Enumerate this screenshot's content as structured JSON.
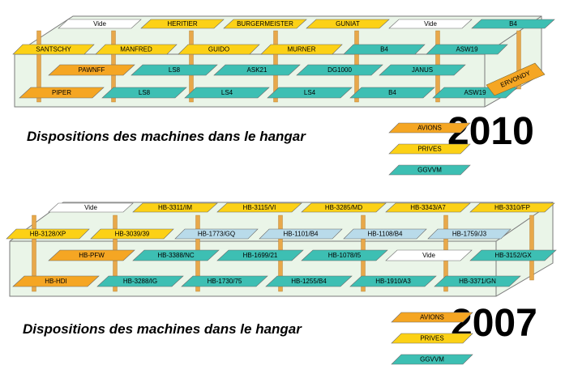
{
  "colors": {
    "orange": "#f5a623",
    "yellow": "#fcd116",
    "teal": "#3dbfb3",
    "light_blue": "#b9dbea",
    "white": "#ffffff",
    "hangar_fill": "#cfe8cf",
    "pillar": "#e8a84a"
  },
  "diagram_2010": {
    "back_row": [
      {
        "label": "Vide",
        "color": "white"
      },
      {
        "label": "HERITIER",
        "color": "yellow"
      },
      {
        "label": "BURGERMEISTER",
        "color": "yellow"
      },
      {
        "label": "GUNIAT",
        "color": "yellow"
      },
      {
        "label": "Vide",
        "color": "white"
      },
      {
        "label": "B4",
        "color": "teal"
      }
    ],
    "middle_row": [
      {
        "label": "SANTSCHY",
        "color": "yellow"
      },
      {
        "label": "MANFRED",
        "color": "yellow"
      },
      {
        "label": "GUIDO",
        "color": "yellow"
      },
      {
        "label": "MURNER",
        "color": "yellow"
      },
      {
        "label": "B4",
        "color": "teal"
      },
      {
        "label": "ASW19",
        "color": "teal"
      }
    ],
    "third_row": [
      {
        "label": "PAWNFF",
        "color": "orange"
      },
      {
        "label": "LS8",
        "color": "teal"
      },
      {
        "label": "ASK21",
        "color": "teal"
      },
      {
        "label": "DG1000",
        "color": "teal"
      },
      {
        "label": "JANUS",
        "color": "teal"
      }
    ],
    "front_row": [
      {
        "label": "PIPER",
        "color": "orange"
      },
      {
        "label": "LS8",
        "color": "teal"
      },
      {
        "label": "LS4",
        "color": "teal"
      },
      {
        "label": "LS4",
        "color": "teal"
      },
      {
        "label": "B4",
        "color": "teal"
      },
      {
        "label": "ASW19",
        "color": "teal"
      }
    ],
    "side_label": "ERVONDY",
    "caption": "Dispositions des machines dans le hangar",
    "year": "2010",
    "legend": [
      {
        "label": "AVIONS",
        "color": "orange"
      },
      {
        "label": "PRIVES",
        "color": "yellow"
      },
      {
        "label": "GGVVM",
        "color": "teal"
      }
    ]
  },
  "diagram_2007": {
    "back_row": [
      {
        "label": "Vide",
        "color": "white"
      },
      {
        "label": "HB-3311/IM",
        "color": "yellow"
      },
      {
        "label": "HB-3115/VI",
        "color": "yellow"
      },
      {
        "label": "HB-3285/MD",
        "color": "yellow"
      },
      {
        "label": "HB-3343/A7",
        "color": "yellow"
      },
      {
        "label": "HB-3310/FP",
        "color": "yellow"
      }
    ],
    "middle_row": [
      {
        "label": "HB-3128/XP",
        "color": "yellow"
      },
      {
        "label": "HB-3039/39",
        "color": "yellow"
      },
      {
        "label": "HB-1773/GQ",
        "color": "light_blue"
      },
      {
        "label": "HB-1101/B4",
        "color": "light_blue"
      },
      {
        "label": "HB-1108/B4",
        "color": "light_blue"
      },
      {
        "label": "HB-1759/J3",
        "color": "light_blue"
      }
    ],
    "third_row": [
      {
        "label": "HB-PFW",
        "color": "orange"
      },
      {
        "label": "HB-3388/NC",
        "color": "teal"
      },
      {
        "label": "HB-1699/21",
        "color": "teal"
      },
      {
        "label": "HB-1078/I5",
        "color": "teal"
      },
      {
        "label": "Vide",
        "color": "white"
      },
      {
        "label": "HB-3152/GX",
        "color": "teal"
      }
    ],
    "front_row": [
      {
        "label": "HB-HDI",
        "color": "orange"
      },
      {
        "label": "HB-3288/IG",
        "color": "teal"
      },
      {
        "label": "HB-1730/75",
        "color": "teal"
      },
      {
        "label": "HB-1255/B4",
        "color": "teal"
      },
      {
        "label": "HB-1910/A3",
        "color": "teal"
      },
      {
        "label": "HB-3371/GN",
        "color": "teal"
      }
    ],
    "caption": "Dispositions des machines dans le hangar",
    "year": "2007",
    "legend": [
      {
        "label": "AVIONS",
        "color": "orange"
      },
      {
        "label": "PRIVES",
        "color": "yellow"
      },
      {
        "label": "GGVVM",
        "color": "teal"
      }
    ]
  }
}
